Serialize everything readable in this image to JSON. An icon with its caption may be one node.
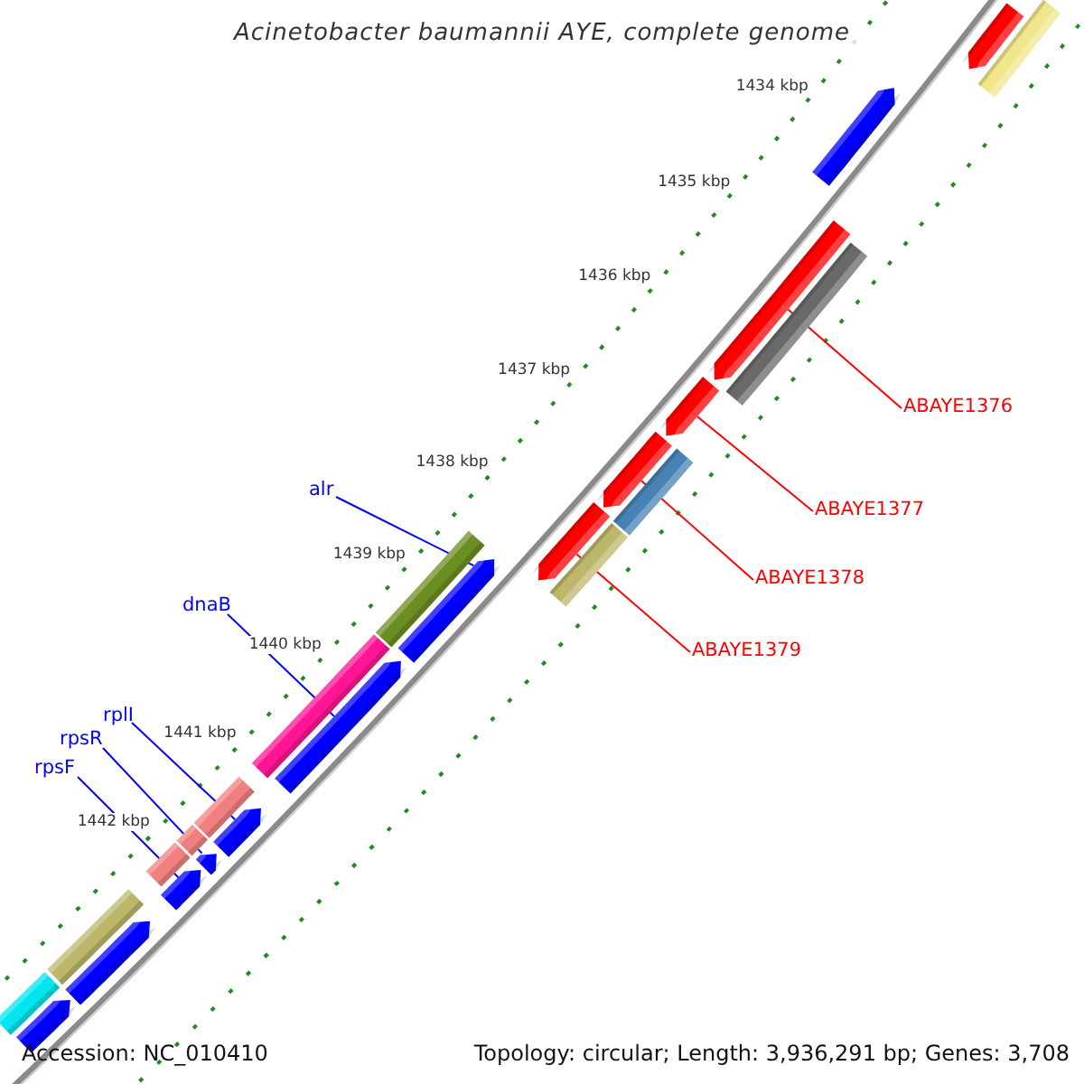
{
  "diagram": {
    "title": "Acinetobacter baumannii AYE, complete genome",
    "nodes": [
      {
        "text": [
          "ABAYE1376"
        ]
      },
      {
        "text": [
          "ABAYE1377"
        ]
      },
      {
        "text": [
          "ABAYE1378"
        ]
      },
      {
        "text": [
          "ABAYE1379"
        ]
      },
      {
        "text": [
          "alr"
        ]
      },
      {
        "text": [
          "dnaB"
        ]
      },
      {
        "text": [
          "rplI"
        ]
      },
      {
        "text": [
          "rpsR"
        ]
      },
      {
        "text": [
          "rpsF"
        ]
      },
      {
        "text": [],
        "shape": "bar"
      },
      {
        "text": [],
        "shape": "bar"
      },
      {
        "text": [],
        "shape": "bar"
      },
      {
        "text": [],
        "shape": "bar"
      },
      {
        "text": [],
        "shape": "bar"
      },
      {
        "text": [],
        "shape": "bar"
      },
      {
        "text": [],
        "shape": "bar"
      },
      {
        "text": [],
        "shape": "bar"
      },
      {
        "text": [],
        "shape": "bar"
      },
      {
        "text": [],
        "shape": "bar"
      },
      {
        "text": [],
        "shape": "bar"
      },
      {
        "text": [],
        "shape": "bar"
      },
      {
        "text": [],
        "shape": "bar"
      },
      {
        "text": [],
        "shape": "bar"
      },
      {
        "text": [],
        "shape": "bar"
      },
      {
        "text": [],
        "shape": "bar"
      },
      {
        "text": [],
        "shape": "bar"
      },
      {
        "text": [],
        "shape": "bar"
      },
      {
        "text": [],
        "shape": "bar"
      },
      {
        "text": [],
        "shape": "bar"
      },
      {
        "text": [],
        "shape": "bar"
      },
      {
        "text": [],
        "shape": "bar"
      },
      {
        "text": [],
        "shape": "bar"
      },
      {
        "text": [],
        "shape": "bar"
      }
    ],
    "edges": [
      {
        "from": 0,
        "to": 12,
        "arrow": "none",
        "color": "#ff0000"
      },
      {
        "from": 1,
        "to": 14,
        "arrow": "none",
        "color": "#ff0000"
      },
      {
        "from": 2,
        "to": 16,
        "arrow": "none",
        "color": "#ff0000"
      },
      {
        "from": 3,
        "to": 17,
        "arrow": "none",
        "color": "#ff0000"
      },
      {
        "from": 4,
        "to": 20,
        "arrow": "none"
      },
      {
        "from": 5,
        "to": 22,
        "arrow": "none"
      },
      {
        "from": 6,
        "to": 24,
        "arrow": "none"
      },
      {
        "from": 7,
        "to": 26,
        "arrow": "none"
      },
      {
        "from": 8,
        "to": 28,
        "arrow": "none"
      }
    ],
    "labels": [
      "1434 kbp",
      "1435 kbp",
      "1436 kbp",
      "1437 kbp",
      "1438 kbp",
      "1439 kbp",
      "1440 kbp",
      "1441 kbp",
      "1442 kbp",
      "Accession: NC_010410",
      "Topology: circular; Length: 3,936,291 bp; Genes: 3,708"
    ]
  }
}
